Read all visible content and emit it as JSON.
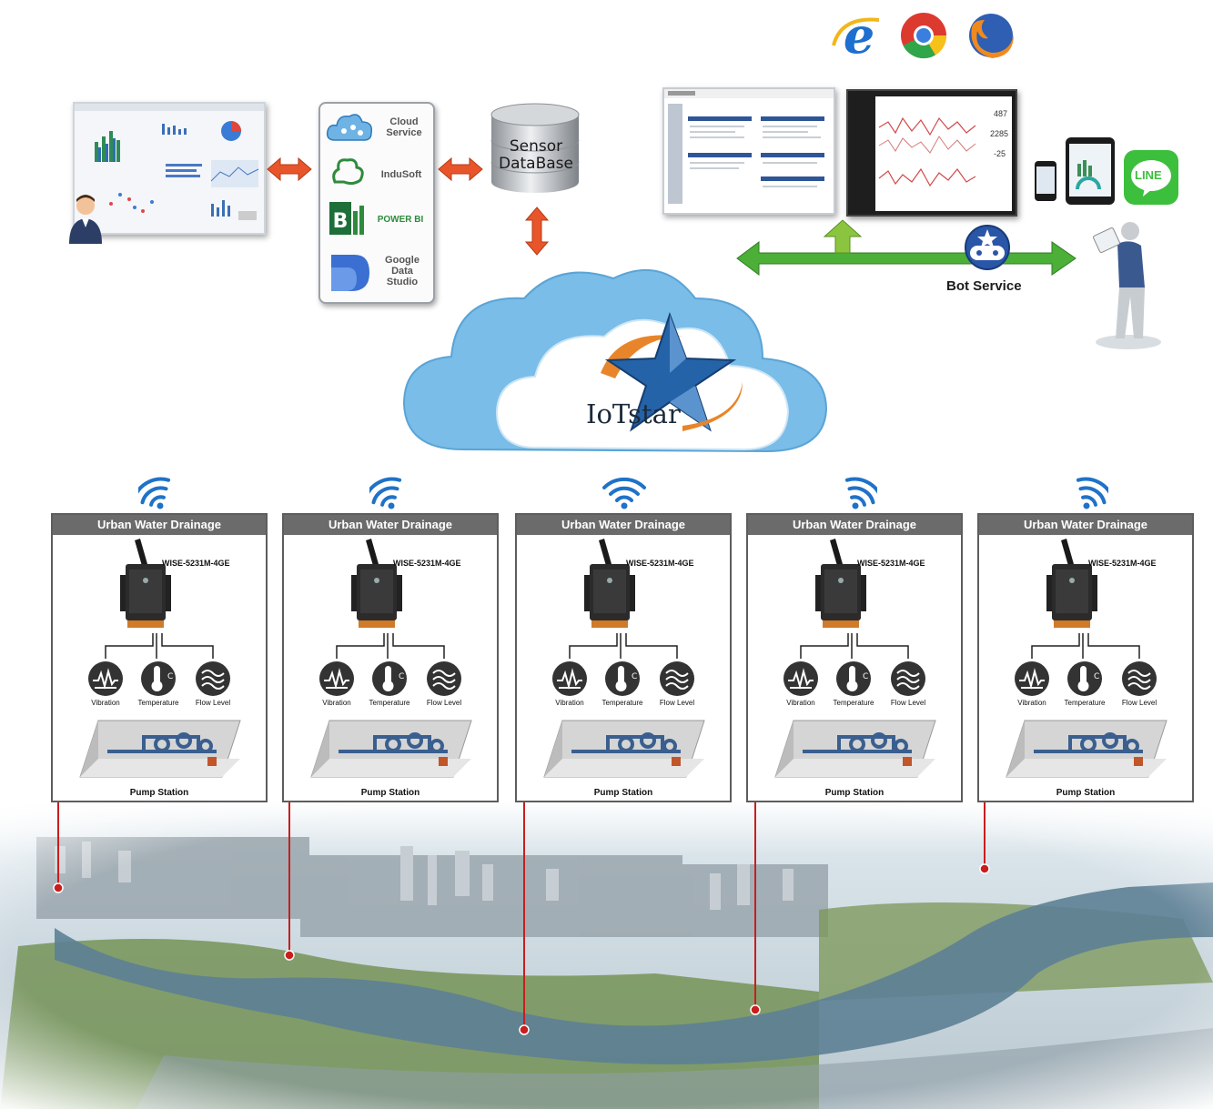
{
  "services": {
    "cloud_service": "Cloud\nService",
    "indusoft": "InduSoft",
    "powerbi": "POWER BI",
    "google_data_studio": "Google\nData\nStudio"
  },
  "database": {
    "label": "Sensor\nDataBase"
  },
  "cloud": {
    "label": "IoTstar"
  },
  "bot": {
    "label": "Bot Service"
  },
  "line": {
    "label": "LINE"
  },
  "web_chart": {
    "values": [
      "487",
      "2285",
      "-25"
    ]
  },
  "panels": [
    {
      "title": "Urban Water Drainage",
      "model": "WISE-5231M-4GE",
      "sensors": [
        "Vibration",
        "Temperature",
        "Flow Level"
      ],
      "station": "Pump Station"
    },
    {
      "title": "Urban Water Drainage",
      "model": "WISE-5231M-4GE",
      "sensors": [
        "Vibration",
        "Temperature",
        "Flow Level"
      ],
      "station": "Pump Station"
    },
    {
      "title": "Urban Water Drainage",
      "model": "WISE-5231M-4GE",
      "sensors": [
        "Vibration",
        "Temperature",
        "Flow Level"
      ],
      "station": "Pump Station"
    },
    {
      "title": "Urban Water Drainage",
      "model": "WISE-5231M-4GE",
      "sensors": [
        "Vibration",
        "Temperature",
        "Flow Level"
      ],
      "station": "Pump Station"
    },
    {
      "title": "Urban Water Drainage",
      "model": "WISE-5231M-4GE",
      "sensors": [
        "Vibration",
        "Temperature",
        "Flow Level"
      ],
      "station": "Pump Station"
    }
  ],
  "colors": {
    "arrow_orange": "#e8552a",
    "arrow_green": "#4caf38",
    "cloud_blue": "#79bde8",
    "marker_red": "#c81e1e",
    "panel_header": "#6b6b6b"
  }
}
